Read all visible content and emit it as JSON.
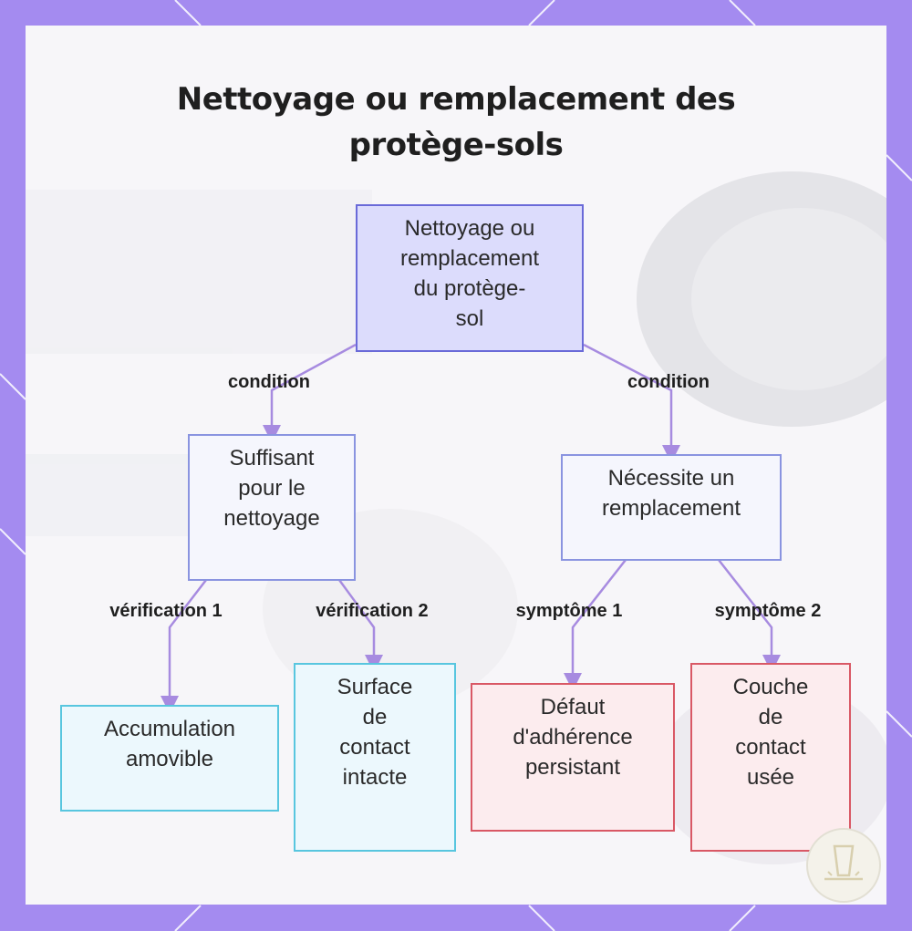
{
  "title": {
    "line1": "Nettoyage ou remplacement des",
    "line2": "protège-sols"
  },
  "nodes": {
    "root": "Nettoyage ou\nremplacement\ndu protège-\nsol",
    "cleaning": "Suffisant\npour le\nnettoyage",
    "replacement": "Nécessite un\nremplacement",
    "removable": "Accumulation\namovible",
    "intact": "Surface\nde\ncontact\nintacte",
    "adhesion": "Défaut\nd'adhérence\npersistant",
    "worn": "Couche\nde\ncontact\nusée"
  },
  "edge_labels": {
    "left_condition": "condition",
    "right_condition": "condition",
    "check1": "vérification 1",
    "check2": "vérification 2",
    "symptom1": "symptôme 1",
    "symptom2": "symptôme 2"
  },
  "colors": {
    "frame": "#a48bf0",
    "edge": "#a78be0",
    "root_fill": "#dcdcfc",
    "cyan_border": "#58c6df",
    "red_border": "#d95865"
  }
}
